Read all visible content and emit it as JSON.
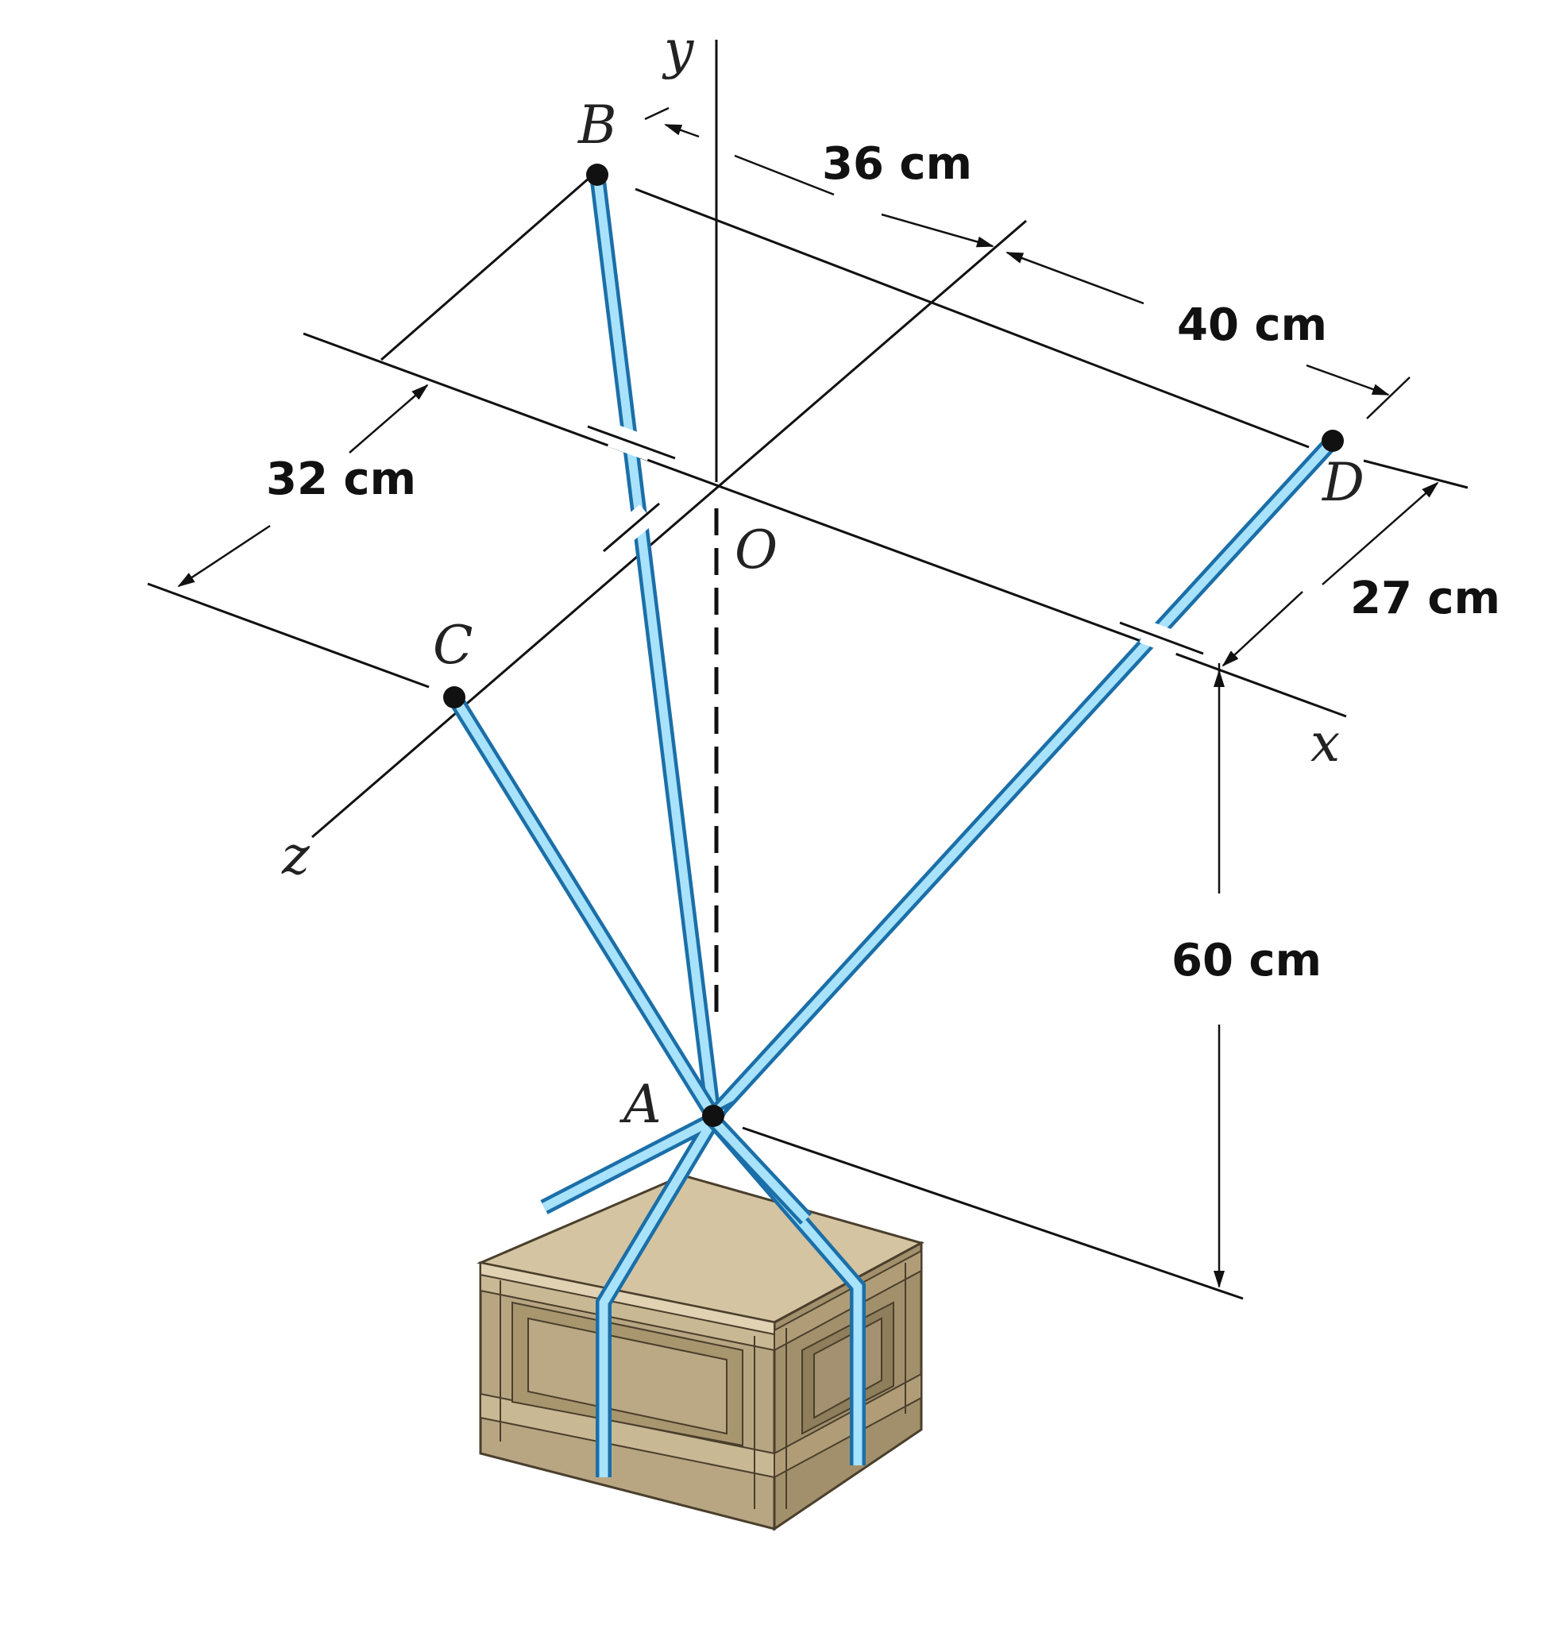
{
  "points": {
    "A": "A",
    "B": "B",
    "C": "C",
    "D": "D",
    "O": "O"
  },
  "axes": {
    "x": "x",
    "y": "y",
    "z": "z"
  },
  "dimensions": {
    "d36": "36 cm",
    "d40": "40 cm",
    "d32": "32 cm",
    "d27": "27 cm",
    "d60": "60 cm"
  },
  "colors": {
    "cable_outline": "#1b6fa8",
    "cable_fill": "#a8e2fb",
    "crate_top": "#d4c4a2",
    "crate_side": "#b3a07c",
    "crate_dark": "#8d7b58"
  }
}
